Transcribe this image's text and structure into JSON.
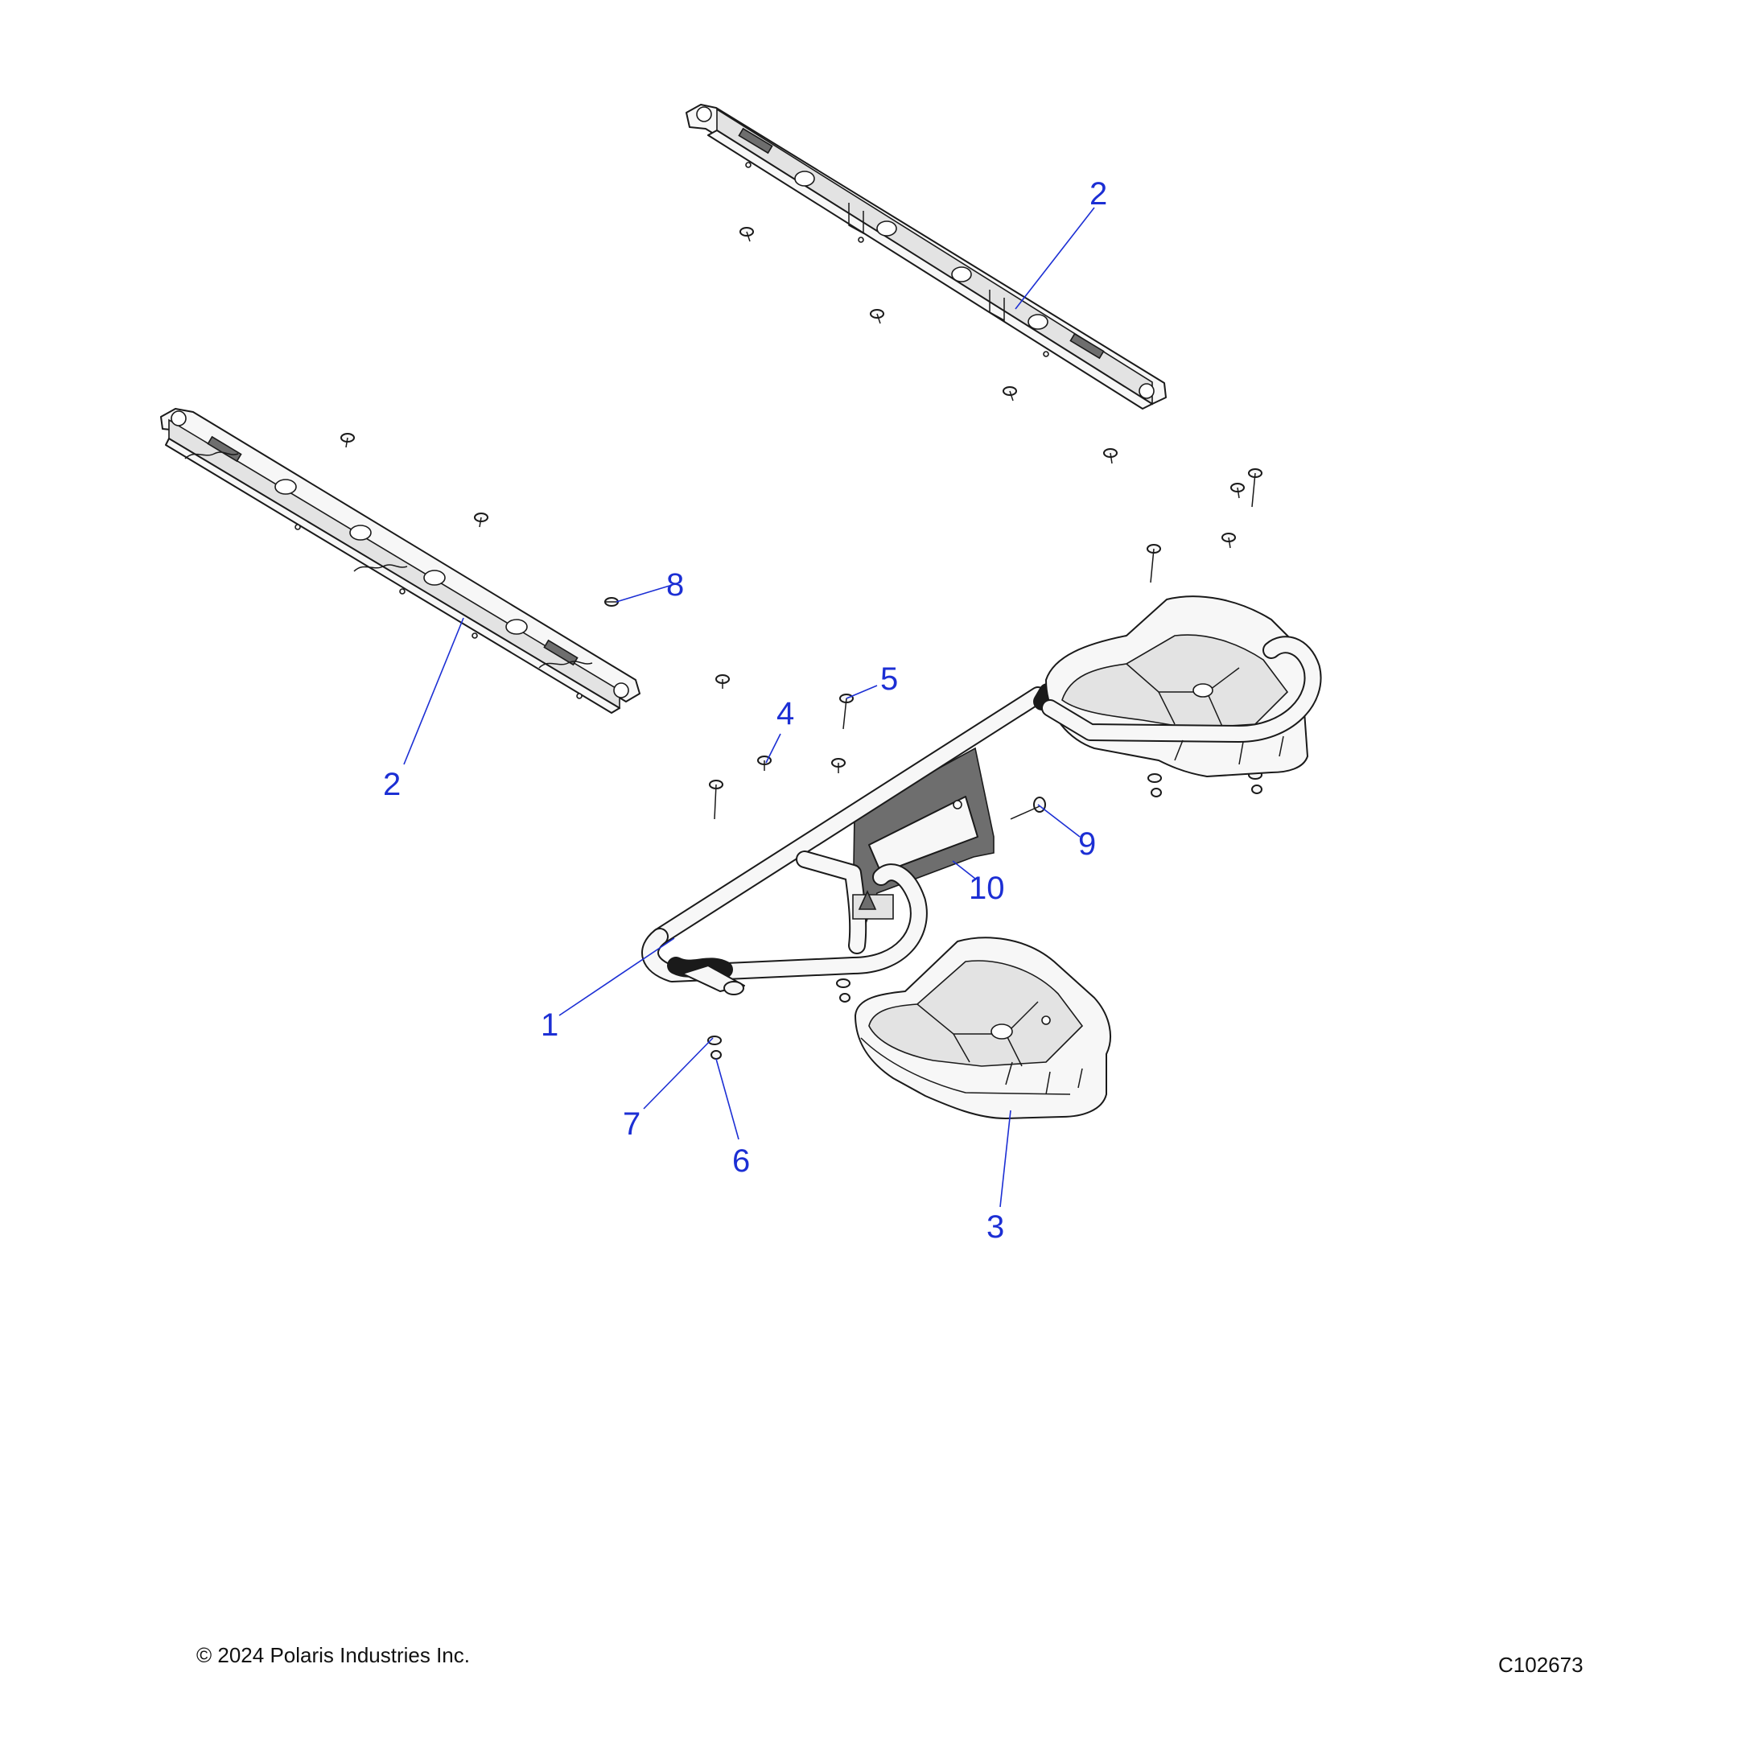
{
  "callouts": {
    "c1": "1",
    "c2a": "2",
    "c2b": "2",
    "c3": "3",
    "c4": "4",
    "c5": "5",
    "c6": "6",
    "c7": "7",
    "c8": "8",
    "c9": "9",
    "c10": "10"
  },
  "footer": {
    "copyright": "© 2024 Polaris Industries Inc.",
    "drawing_id": "C102673"
  },
  "colors": {
    "callout": "#1c2fd4",
    "line": "#1a1a1a"
  }
}
